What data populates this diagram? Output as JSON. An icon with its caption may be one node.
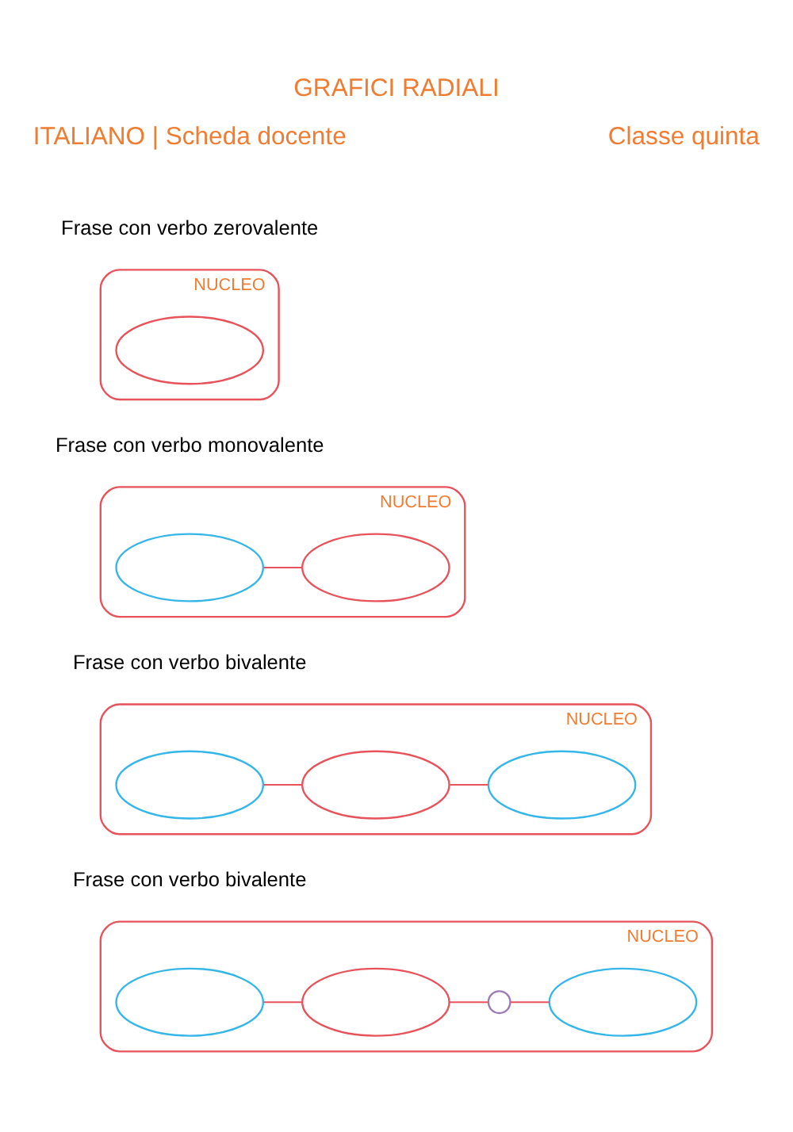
{
  "diagram": {
    "title": "GRAFICI RADIALI",
    "nodes": [
      {
        "text": [
          "NUCLEO"
        ]
      },
      {
        "text": [],
        "shape": "ellipse",
        "in": 0
      },
      {
        "text": [
          "NUCLEO"
        ]
      },
      {
        "text": [],
        "shape": "ellipse",
        "in": 2
      },
      {
        "text": [],
        "shape": "ellipse",
        "in": 2
      },
      {
        "text": [
          "NUCLEO"
        ]
      },
      {
        "text": [],
        "shape": "ellipse",
        "in": 5
      },
      {
        "text": [],
        "shape": "ellipse",
        "in": 5
      },
      {
        "text": [],
        "shape": "ellipse",
        "in": 5
      },
      {
        "text": [
          "NUCLEO"
        ]
      },
      {
        "text": [],
        "shape": "ellipse",
        "in": 9
      },
      {
        "text": [],
        "shape": "ellipse",
        "in": 9
      },
      {
        "text": [],
        "shape": "circle",
        "in": 9
      },
      {
        "text": [],
        "shape": "ellipse",
        "in": 9
      }
    ],
    "edges": [
      {
        "from": 3,
        "to": 4,
        "arrow": "none"
      },
      {
        "from": 6,
        "to": 7,
        "arrow": "none"
      },
      {
        "from": 7,
        "to": 8,
        "arrow": "none"
      },
      {
        "from": 10,
        "to": 11,
        "arrow": "none"
      },
      {
        "from": 11,
        "to": 12,
        "arrow": "none"
      },
      {
        "from": 12,
        "to": 13,
        "arrow": "none"
      }
    ],
    "labels": [
      "ITALIANO | Scheda docente",
      "Classe quinta",
      "Frase con verbo zerovalente",
      "Frase con verbo monovalente",
      "Frase con verbo bivalente",
      "Frase con verbo bivalente"
    ]
  }
}
